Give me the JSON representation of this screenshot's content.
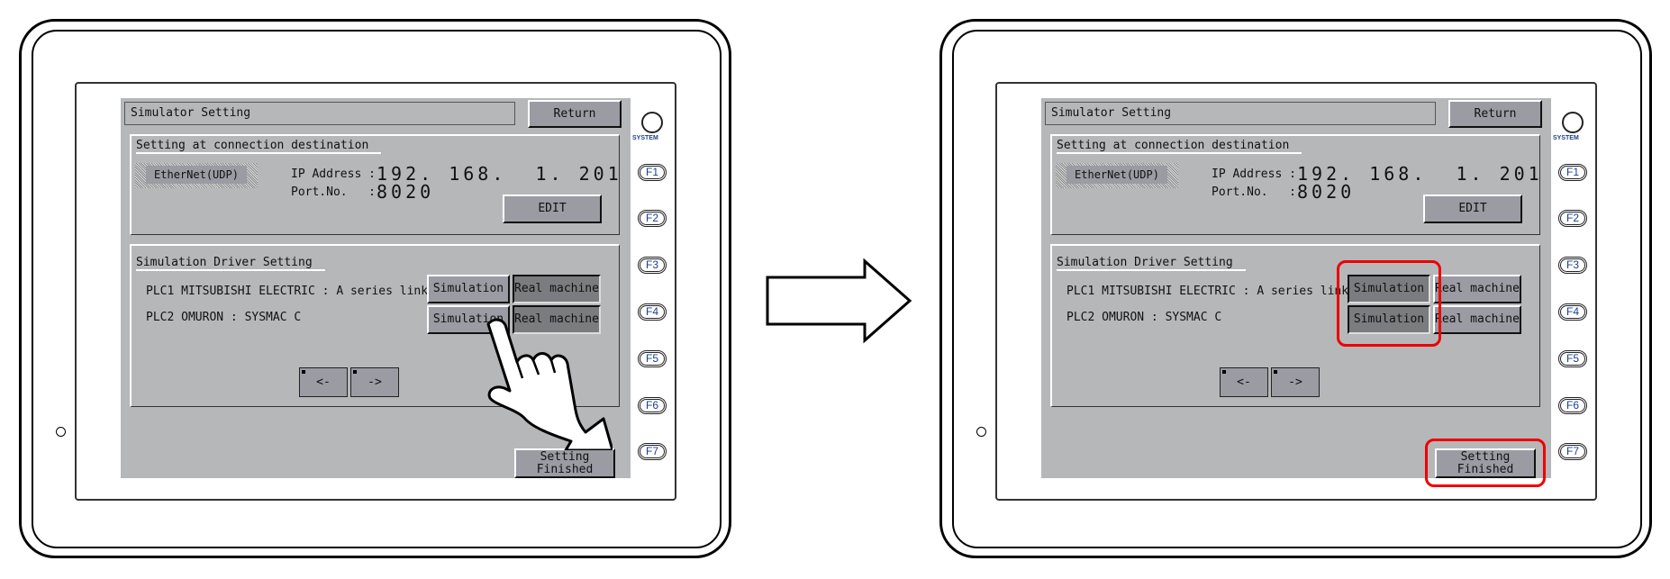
{
  "devices": [
    {
      "state": "before",
      "screen_title": "Simulator Setting",
      "return_label": "Return",
      "connection_heading": "Setting at connection destination",
      "interface_label": "EtherNet(UDP)",
      "ip_label": "IP Address :",
      "ip_value": "192. 168.  1. 201",
      "port_label": "Port.No.   :",
      "port_value": "8020",
      "edit_label": "EDIT",
      "driver_heading": "Simulation Driver Setting",
      "plc1": "PLC1 MITSUBISHI ELECTRIC : A series link",
      "plc2": "PLC2 OMURON : SYSMAC C",
      "simulation_label": "Simulation",
      "real_label": "Real machine",
      "prev_label": "<-",
      "next_label": "->",
      "finish_label": "Setting\nFinished",
      "system_label": "SYSTEM",
      "fkeys": [
        "F1",
        "F2",
        "F3",
        "F4",
        "F5",
        "F6",
        "F7"
      ],
      "selected_mode": "Real machine"
    },
    {
      "state": "after",
      "screen_title": "Simulator Setting",
      "return_label": "Return",
      "connection_heading": "Setting at connection destination",
      "interface_label": "EtherNet(UDP)",
      "ip_label": "IP Address :",
      "ip_value": "192. 168.  1. 201",
      "port_label": "Port.No.   :",
      "port_value": "8020",
      "edit_label": "EDIT",
      "driver_heading": "Simulation Driver Setting",
      "plc1": "PLC1 MITSUBISHI ELECTRIC : A series link",
      "plc2": "PLC2 OMURON : SYSMAC C",
      "simulation_label": "Simulation",
      "real_label": "Real machine",
      "prev_label": "<-",
      "next_label": "->",
      "finish_label": "Setting\nFinished",
      "system_label": "SYSTEM",
      "fkeys": [
        "F1",
        "F2",
        "F3",
        "F4",
        "F5",
        "F6",
        "F7"
      ],
      "selected_mode": "Simulation"
    }
  ],
  "colors": {
    "highlight": "#e00000",
    "screen": "#b6b7b9",
    "button": "#9a9ba3",
    "button_selected": "#7b7c80"
  }
}
